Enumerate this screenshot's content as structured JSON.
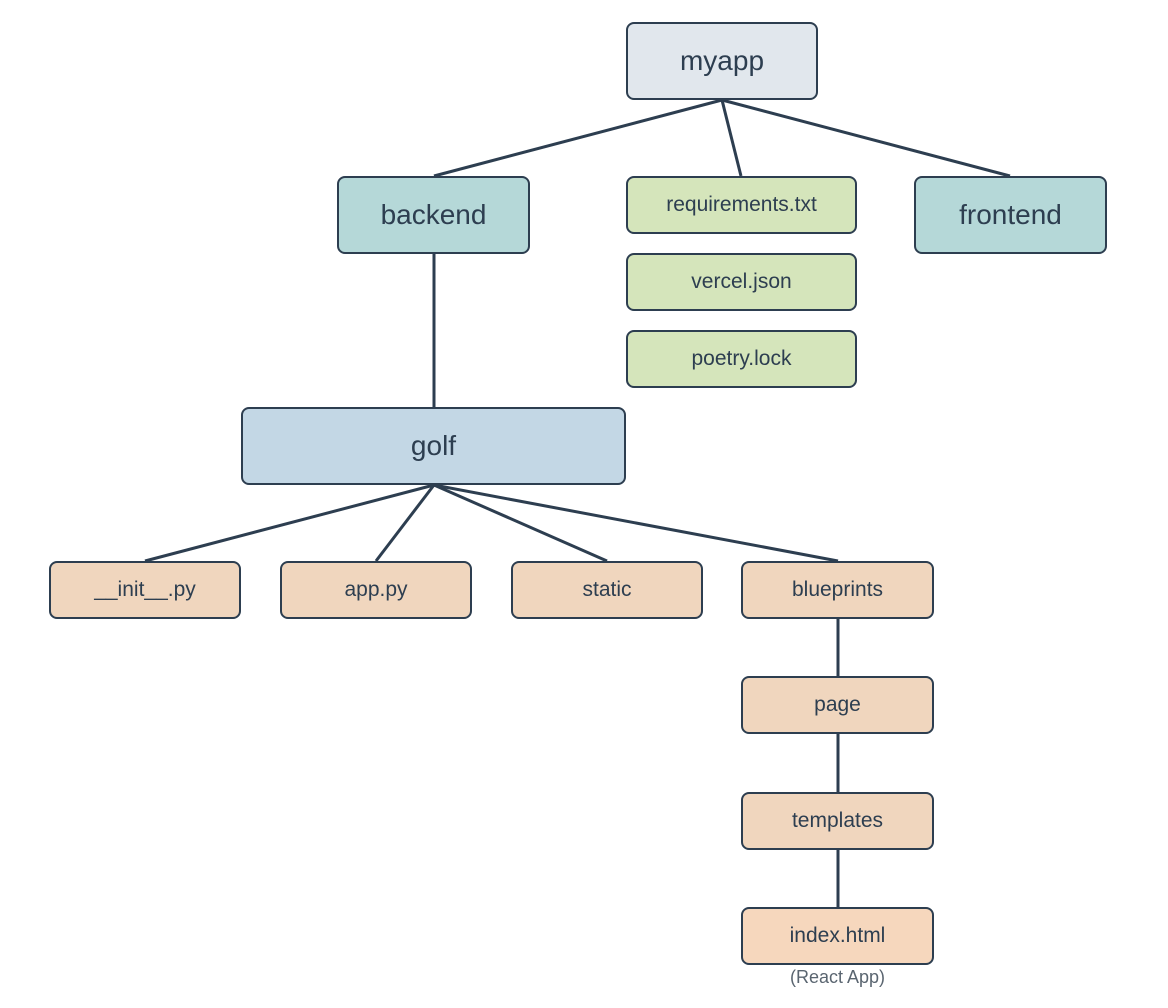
{
  "colors": {
    "root": "#e1e7ed",
    "teal": "#b5d8d8",
    "green": "#d5e5bb",
    "blue": "#c3d7e5",
    "tan": "#f0d6be",
    "index": "#f6d7bd",
    "stroke": "#2d3e50"
  },
  "nodes": {
    "myapp": {
      "label": "myapp",
      "color": "#e1e7ed"
    },
    "backend": {
      "label": "backend",
      "color": "#b5d8d8"
    },
    "frontend": {
      "label": "frontend",
      "color": "#b5d8d8"
    },
    "requirements": {
      "label": "requirements.txt",
      "color": "#d5e5bb"
    },
    "vercel": {
      "label": "vercel.json",
      "color": "#d5e5bb"
    },
    "poetry": {
      "label": "poetry.lock",
      "color": "#d5e5bb"
    },
    "golf": {
      "label": "golf",
      "color": "#c3d7e5"
    },
    "init": {
      "label": "__init__.py",
      "color": "#f0d6be"
    },
    "app": {
      "label": "app.py",
      "color": "#f0d6be"
    },
    "static": {
      "label": "static",
      "color": "#f0d6be"
    },
    "blueprints": {
      "label": "blueprints",
      "color": "#f0d6be"
    },
    "page": {
      "label": "page",
      "color": "#f0d6be"
    },
    "templates": {
      "label": "templates",
      "color": "#f0d6be"
    },
    "index": {
      "label": "index.html",
      "color": "#f6d7bd"
    }
  },
  "caption": "(React App)",
  "edges": [
    {
      "from": "myapp",
      "to": "backend"
    },
    {
      "from": "myapp",
      "to": "requirements"
    },
    {
      "from": "myapp",
      "to": "frontend"
    },
    {
      "from": "backend",
      "to": "golf"
    },
    {
      "from": "golf",
      "to": "init"
    },
    {
      "from": "golf",
      "to": "app"
    },
    {
      "from": "golf",
      "to": "static"
    },
    {
      "from": "golf",
      "to": "blueprints"
    },
    {
      "from": "blueprints",
      "to": "page"
    },
    {
      "from": "page",
      "to": "templates"
    },
    {
      "from": "templates",
      "to": "index"
    }
  ]
}
